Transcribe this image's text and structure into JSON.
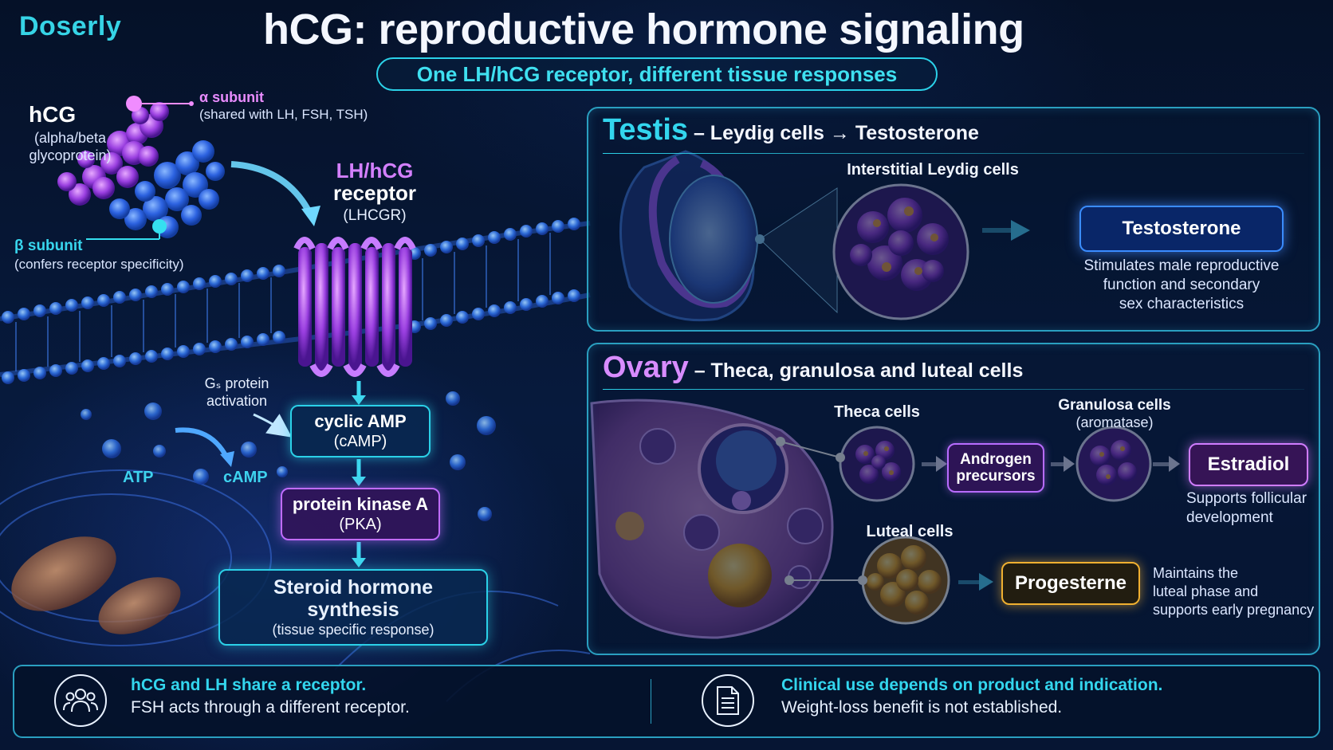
{
  "brand": "Doserly",
  "title": "hCG: reproductive hormone signaling",
  "subtitle": "One LH/hCG receptor, different tissue responses",
  "molecule": {
    "name": "hCG",
    "description": "(alpha/beta glycoprotein)",
    "alpha_label": "α subunit",
    "alpha_desc": "(shared with LH, FSH, TSH)",
    "beta_label": "β subunit",
    "beta_desc": "(confers receptor specificity)"
  },
  "receptor": {
    "line1": "LH/hCG",
    "line2": "receptor",
    "abbr": "(LHCGR)"
  },
  "signaling": {
    "gs_label_1": "Gₛ protein",
    "gs_label_2": "activation",
    "atp": "ATP",
    "camp": "cAMP",
    "camp_box_1": "cyclic AMP",
    "camp_box_2": "(cAMP)",
    "pka_box_1": "protein kinase A",
    "pka_box_2": "(PKA)",
    "steroid_1": "Steroid hormone",
    "steroid_2": "synthesis",
    "steroid_3": "(tissue specific response)"
  },
  "testis": {
    "heading_big": "Testis",
    "heading_rest": " – Leydig cells → Testosterone",
    "cell_label": "Interstitial Leydig cells",
    "product": "Testosterone",
    "desc_1": "Stimulates male reproductive",
    "desc_2": "function and secondary",
    "desc_3": "sex characteristics"
  },
  "ovary": {
    "heading_big": "Ovary",
    "heading_rest": " – Theca, granulosa and luteal cells",
    "theca_label": "Theca cells",
    "androgen_1": "Androgen",
    "androgen_2": "precursors",
    "granulosa_label": "Granulosa cells",
    "granulosa_sub": "(aromatase)",
    "estradiol": "Estradiol",
    "estradiol_desc_1": "Supports follicular",
    "estradiol_desc_2": "development",
    "luteal_label": "Luteal cells",
    "progesterone": "Progesterne",
    "prog_desc_1": "Maintains the",
    "prog_desc_2": "luteal phase and",
    "prog_desc_3": "supports early pregnancy"
  },
  "footer": {
    "left_heading": "hCG and LH share a receptor.",
    "left_text": "FSH acts through a different receptor.",
    "left_icon": "people-group-icon",
    "right_heading": "Clinical use depends on product and indication.",
    "right_text": "Weight-loss benefit is not established.",
    "right_icon": "document-icon"
  },
  "colors": {
    "accent_cyan": "#33d6ee",
    "accent_purple": "#d88cff",
    "accent_gold": "#f0b030",
    "background": "#06142e"
  }
}
